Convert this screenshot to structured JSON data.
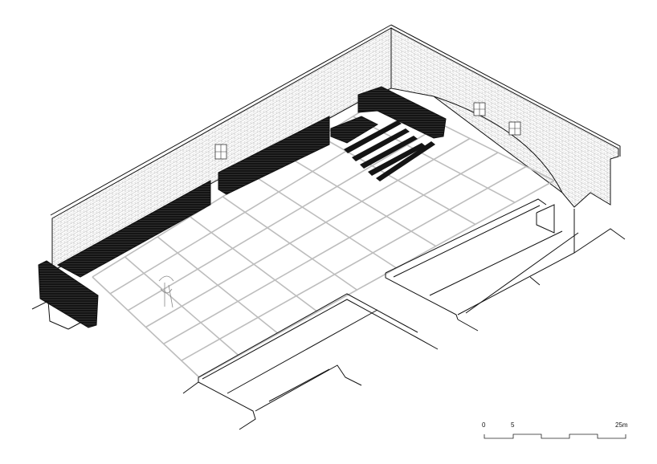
{
  "drawing": {
    "type": "axonometric-floor-plan",
    "scale_bar": {
      "labels": [
        "0",
        "5",
        "25m"
      ],
      "unit": "m",
      "segments": 5,
      "segment_length": 5
    }
  },
  "colors": {
    "line": "#111111",
    "grid": "#bdbdbd",
    "wall_hatch": "#9a9a9a",
    "fill_dark": "#141414"
  }
}
